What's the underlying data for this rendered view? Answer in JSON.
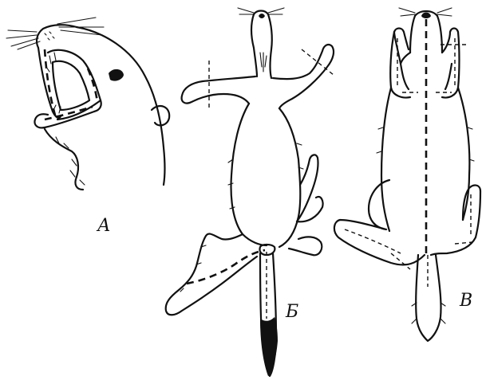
{
  "figure": {
    "labels": {
      "a": "А",
      "b": "Б",
      "v": "В"
    }
  }
}
